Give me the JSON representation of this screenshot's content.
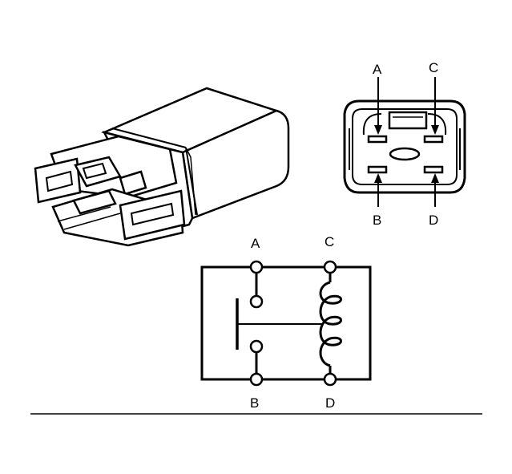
{
  "connector_view": {
    "pin_labels": {
      "a": "A",
      "b": "B",
      "c": "C",
      "d": "D"
    }
  },
  "schematic": {
    "terminal_labels": {
      "a": "A",
      "b": "B",
      "c": "C",
      "d": "D"
    }
  },
  "colors": {
    "ink": "#000000",
    "paper": "#ffffff"
  }
}
